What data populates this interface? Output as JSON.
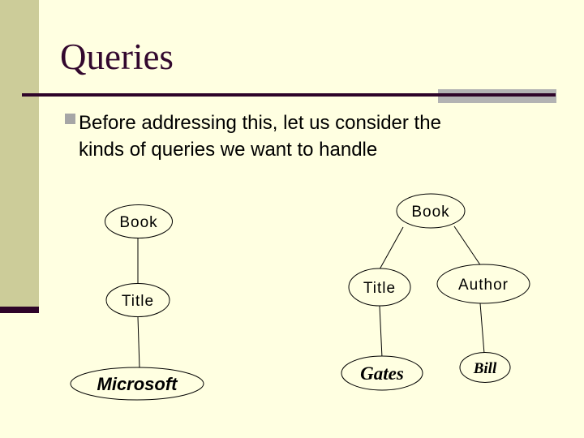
{
  "slide": {
    "title": "Queries",
    "bullet": {
      "lines": [
        "Before addressing this, let us consider the",
        "kinds of queries we want to handle"
      ]
    },
    "colors": {
      "background": "#FFFFE1",
      "sidebar_band": "#CCCC99",
      "dark_accent": "#2E0429",
      "title_text": "#33082E",
      "divider_gray": "#B3B3B3",
      "bullet_gray": "#A6A6A6",
      "diagram_stroke": "#000000"
    }
  },
  "diagrams": {
    "left_tree": {
      "root": "Book",
      "child": "Title",
      "leaf": "Microsoft"
    },
    "right_tree": {
      "root": "Book",
      "children": [
        "Title",
        "Author"
      ],
      "leaves": [
        "Gates",
        "Bill"
      ]
    }
  }
}
